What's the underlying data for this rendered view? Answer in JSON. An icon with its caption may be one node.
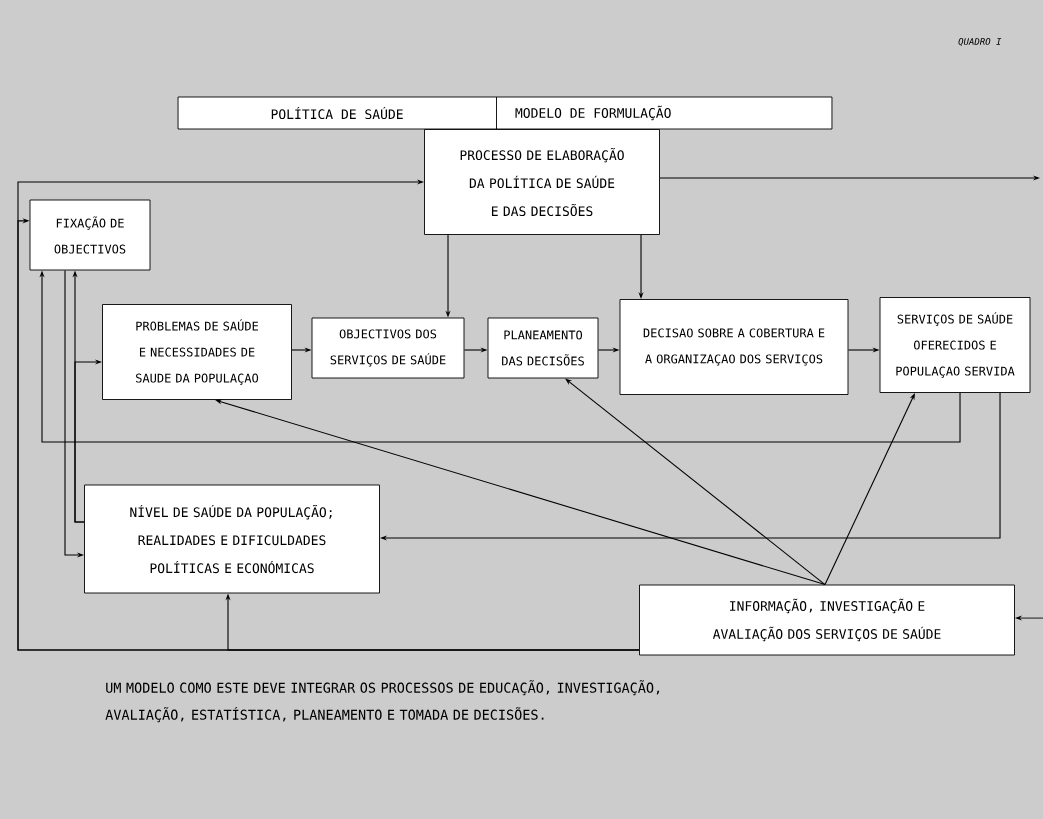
{
  "diagram": {
    "caption": "UM MODELO COMO ESTE DEVE INTEGRAR OS PROCESSOS DE EDUCAÇÃO, INVESTIGAÇÃO, AVALIAÇÃO, ESTATÍSTICA, PLANEAMENTO E TOMADA DE DECISÕES.",
    "nodes": [
      {
        "text": [
          "POLÍTICA DE SAÚDE",
          "MODELO DE FORMULAÇÃO"
        ]
      },
      {
        "text": [
          "PROCESSO DE ELABORAÇÃO DA POLÍTICA DE SAÚDE E DAS DECISÕES"
        ]
      },
      {
        "text": [
          "FIXAÇÃO DE OBJECTIVOS"
        ]
      },
      {
        "text": [
          "PROBLEMAS DE SAÚDE E NECESSIDADES DE SAUDE DA POPULAÇAO"
        ]
      },
      {
        "text": [
          "OBJECTIVOS DOS SERVIÇOS DE SAÚDE"
        ]
      },
      {
        "text": [
          "PLANEAMENTO DAS DECISÕES"
        ]
      },
      {
        "text": [
          "DECISAO SOBRE A COBERTURA E A ORGANIZAÇAO DOS SERVIÇOS"
        ]
      },
      {
        "text": [
          "SERVIÇOS DE SAÚDE OFERECIDOS E POPULAÇAO SERVIDA"
        ]
      },
      {
        "text": [
          "NÍVEL DE SAÚDE DA POPULAÇÃO; REALIDADES E DIFICULDADES POLÍTICAS E ECONÓMICAS"
        ]
      },
      {
        "text": [
          "INFORMAÇÃO, INVESTIGAÇÃO E AVALIAÇÃO DOS SERVIÇOS DE SAÚDE"
        ]
      }
    ],
    "edges": [
      {
        "from": 1,
        "to": null,
        "arrow": "to"
      },
      {
        "from": 9,
        "to": 1,
        "arrow": "to"
      },
      {
        "from": 9,
        "to": 2,
        "arrow": "to"
      },
      {
        "from": 9,
        "to": 8,
        "arrow": "to"
      },
      {
        "from": 1,
        "to": 4,
        "arrow": "to"
      },
      {
        "from": 1,
        "to": 6,
        "arrow": "to"
      },
      {
        "from": 3,
        "to": 4,
        "arrow": "to"
      },
      {
        "from": 4,
        "to": 5,
        "arrow": "to"
      },
      {
        "from": 5,
        "to": 6,
        "arrow": "to"
      },
      {
        "from": 6,
        "to": 7,
        "arrow": "to"
      },
      {
        "from": 7,
        "to": 2,
        "arrow": "to"
      },
      {
        "from": 7,
        "to": 8,
        "arrow": "to"
      },
      {
        "from": 2,
        "to": 8,
        "arrow": "to"
      },
      {
        "from": 8,
        "to": 2,
        "arrow": "to"
      },
      {
        "from": 8,
        "to": 3,
        "arrow": "to"
      },
      {
        "from": null,
        "to": 9,
        "arrow": "to"
      },
      {
        "from": 9,
        "to": 3,
        "arrow": "to"
      },
      {
        "from": 9,
        "to": 5,
        "arrow": "to"
      },
      {
        "from": 9,
        "to": 7,
        "arrow": "to"
      }
    ],
    "labels": [
      "QUADRO I"
    ]
  }
}
